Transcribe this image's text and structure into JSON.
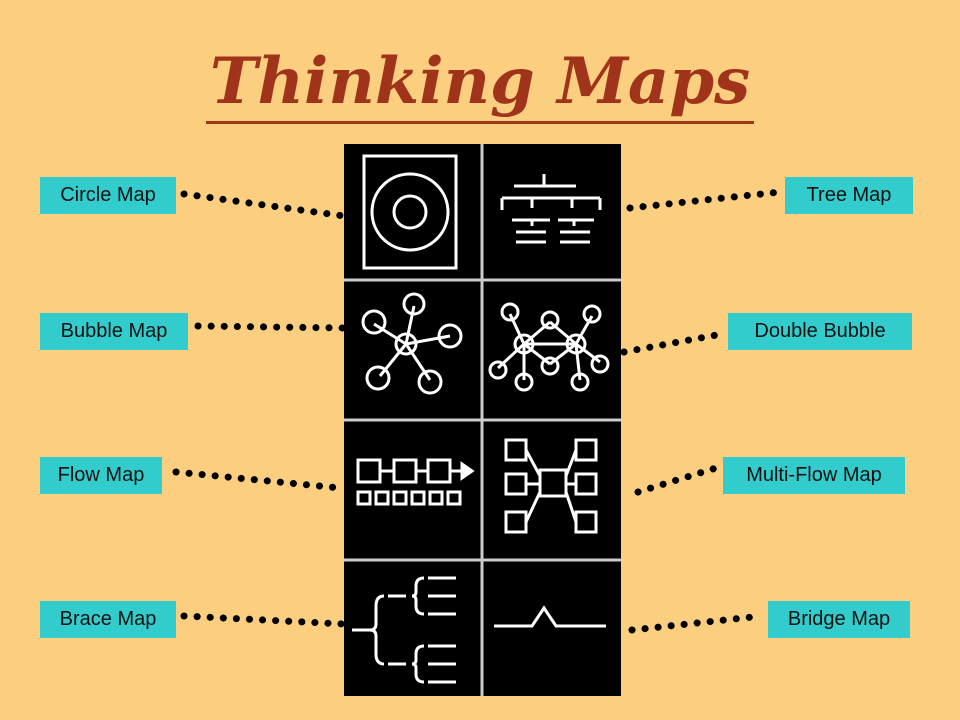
{
  "title": "Thinking Maps",
  "labels": {
    "circle": "Circle Map",
    "bubble": "Bubble Map",
    "flow": "Flow Map",
    "brace": "Brace Map",
    "tree": "Tree Map",
    "double": "Double Bubble",
    "multiflow": "Multi-Flow Map",
    "bridge": "Bridge Map"
  },
  "colors": {
    "background": "#FCCE7F",
    "title": "#A0341B",
    "label_bg": "#33CCCC",
    "panel": "#000000",
    "icon": "#FFFFFF"
  }
}
